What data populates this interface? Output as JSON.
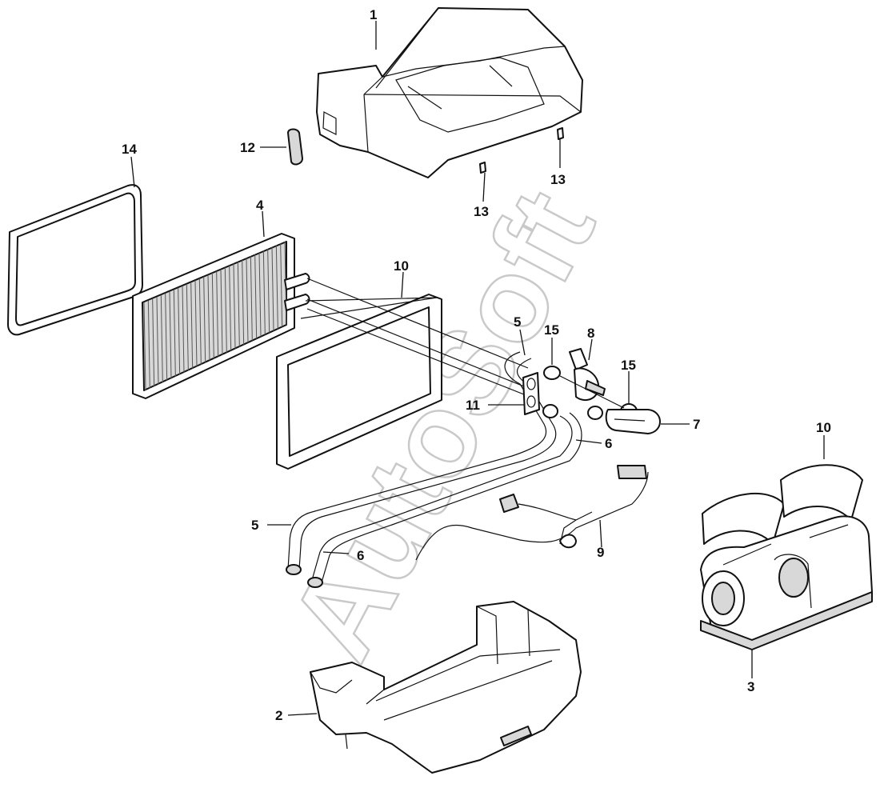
{
  "watermark": {
    "text": "AutoSoft",
    "color": "#c9c9c9"
  },
  "callouts": {
    "c1": "1",
    "c2": "2",
    "c3": "3",
    "c4": "4",
    "c5a": "5",
    "c5b": "5",
    "c6a": "6",
    "c6b": "6",
    "c7": "7",
    "c8": "8",
    "c9": "9",
    "c10a": "10",
    "c10b": "10",
    "c11": "11",
    "c12": "12",
    "c13a": "13",
    "c13b": "13",
    "c14": "14",
    "c15a": "15",
    "c15b": "15"
  },
  "colors": {
    "line": "#111111",
    "fill": "#ffffff",
    "shade": "#d8d8d8"
  }
}
